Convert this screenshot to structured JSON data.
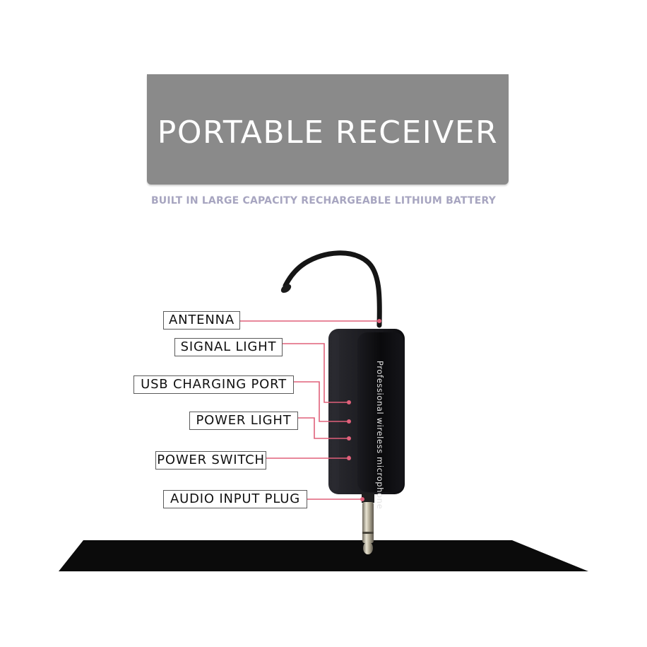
{
  "banner": {
    "title": "PORTABLE RECEIVER"
  },
  "subtitle": "BUILT IN LARGE CAPACITY RECHARGEABLE LITHIUM BATTERY",
  "device": {
    "body_text": "Professional wireless microphone",
    "body_color": "#0c0c0e",
    "accent_color": "#e0607a"
  },
  "callouts": [
    "ANTENNA",
    "SIGNAL LIGHT",
    "USB CHARGING PORT",
    "POWER LIGHT",
    "POWER SWITCH",
    "AUDIO INPUT PLUG"
  ]
}
